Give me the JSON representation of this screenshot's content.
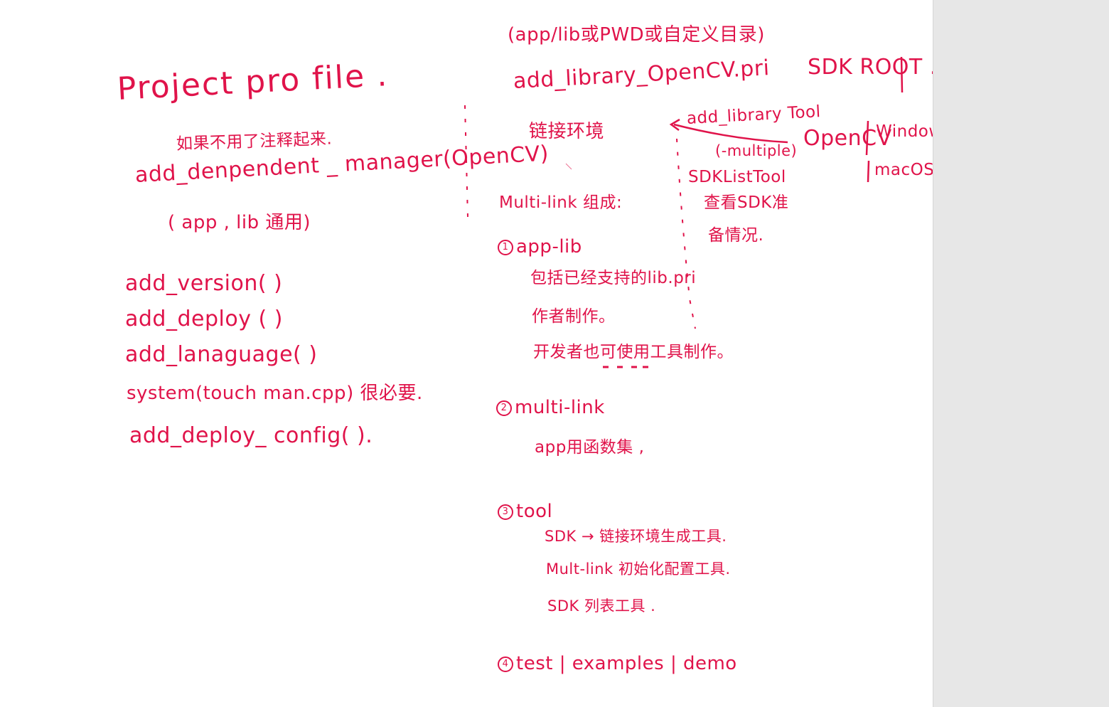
{
  "left": {
    "title": "Project pro file .",
    "comment_note": "如果不用了注释起来.",
    "dependent_manager": "add_denpendent _ manager(OpenCV)",
    "app_lib_common": "( app , lib 通用)",
    "functions": [
      "add_version(  )",
      "add_deploy (  )",
      "add_lanaguage(   )",
      "system(touch man.cpp) 很必要.",
      "add_deploy_ config(   )."
    ]
  },
  "middle": {
    "top_note": "(app/lib或PWD或自定义目录)",
    "library_pri": "add_library_OpenCV.pri",
    "link_env": "链接环境",
    "multi_link_title": "Multi-link 组成:",
    "sections": [
      {
        "num": "1",
        "title": "app-lib",
        "lines": [
          "包括已经支持的lib.pri",
          "作者制作。",
          "开发者也可使用工具制作。"
        ]
      },
      {
        "num": "2",
        "title": "multi-link",
        "lines": [
          "app用函数集 ,"
        ]
      },
      {
        "num": "3",
        "title": "tool",
        "lines": [
          "SDK → 链接环境生成工具.",
          "Mult-link 初始化配置工具.",
          "SDK 列表工具 ."
        ]
      },
      {
        "num": "4",
        "title": "test | examples | demo",
        "lines": []
      }
    ]
  },
  "right": {
    "sdk_root": "SDK ROOT .",
    "library_tool": "add_library Tool",
    "multiple_flag": "(-multiple)",
    "sdk_list_tool": "SDKListTool",
    "check_sdk_1": "查看SDK准",
    "check_sdk_2": "备情况.",
    "opencv": "OpenCV",
    "windows": "Windows",
    "macos": "macOS"
  },
  "colors": {
    "ink": "#e0134a",
    "paper": "#ffffff",
    "margin": "#e7e7e7"
  }
}
